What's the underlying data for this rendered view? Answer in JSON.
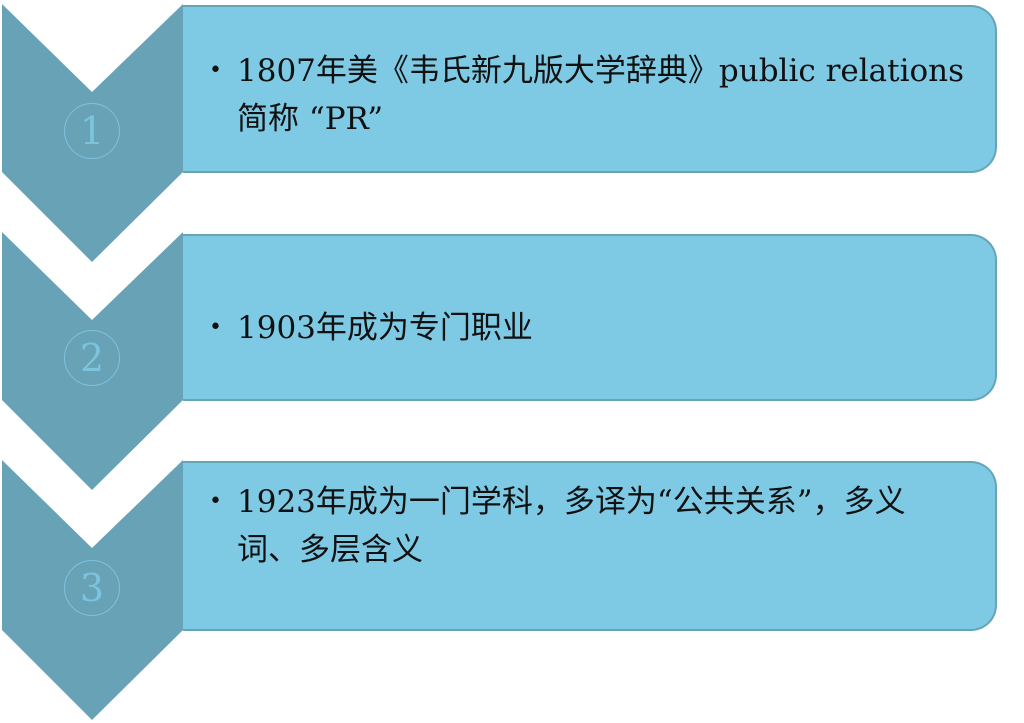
{
  "diagram": {
    "type": "vertical-chevron-process",
    "colors": {
      "chevron_fill": "#68a2b6",
      "box_fill": "#7ecae5",
      "box_border": "#66a5b8",
      "number_color": "#7cc4de",
      "text_color": "#111111",
      "background": "#ffffff"
    },
    "steps": [
      {
        "number": "1",
        "bullet": "•",
        "text": "1807年美《韦氏新九版大学辞典》public relations 简称 “PR”"
      },
      {
        "number": "2",
        "bullet": "•",
        "text": "1903年成为专门职业"
      },
      {
        "number": "3",
        "bullet": "•",
        "text": "1923年成为一门学科，多译为“公共关系”，多义词、多层含义"
      }
    ]
  }
}
